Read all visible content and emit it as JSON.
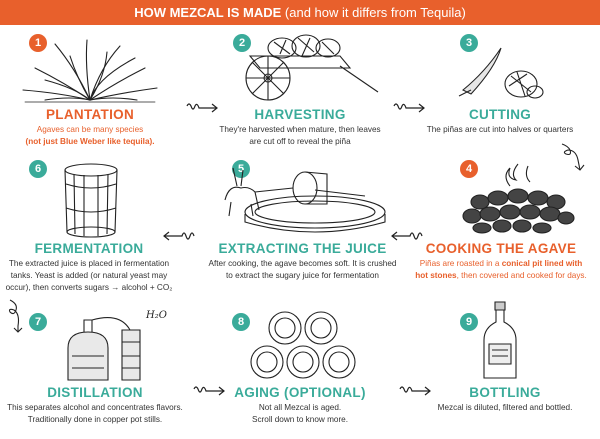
{
  "header": {
    "title_bold": "HOW MEZCAL IS MADE",
    "title_rest": " (and how it differs from Tequila)"
  },
  "colors": {
    "orange": "#e8602c",
    "teal": "#3aab9a"
  },
  "steps": [
    {
      "number": "1",
      "title": "PLANTATION",
      "desc_line1": "Agaves can be many species",
      "desc_line2": "(not just Blue Weber like tequila)."
    },
    {
      "number": "2",
      "title": "HARVESTING",
      "desc_line1": "They're harvested when mature, then leaves",
      "desc_line2": "are cut off to reveal the piña"
    },
    {
      "number": "3",
      "title": "CUTTING",
      "desc_line1": "The piñas are cut into halves or quarters"
    },
    {
      "number": "4",
      "title": "COOKING THE AGAVE",
      "desc_a": "Piñas are roasted in a ",
      "desc_b": "conical pit lined with",
      "desc_c": "hot stones",
      "desc_d": ", then covered and cooked for days."
    },
    {
      "number": "5",
      "title": "EXTRACTING THE JUICE",
      "desc_line1": "After cooking, the agave becomes soft. It is crushed",
      "desc_line2": "to extract the sugary juice for fermentation"
    },
    {
      "number": "6",
      "title": "FERMENTATION",
      "desc_line1": "The extracted juice is placed in fermentation",
      "desc_line2": "tanks. Yeast is added (or natural yeast may",
      "desc_line3": "occur), then converts sugars → alcohol + CO₂"
    },
    {
      "number": "7",
      "title": "DISTILLATION",
      "desc_line1": "This separates alcohol and concentrates flavors.",
      "desc_line2": "Traditionally done in copper pot stills.",
      "label": "H₂O"
    },
    {
      "number": "8",
      "title": "AGING (OPTIONAL)",
      "desc_line1": "Not all Mezcal is aged.",
      "desc_line2": "Scroll down to know more."
    },
    {
      "number": "9",
      "title": "BOTTLING",
      "desc_line1": "Mezcal is diluted, filtered and bottled."
    }
  ]
}
